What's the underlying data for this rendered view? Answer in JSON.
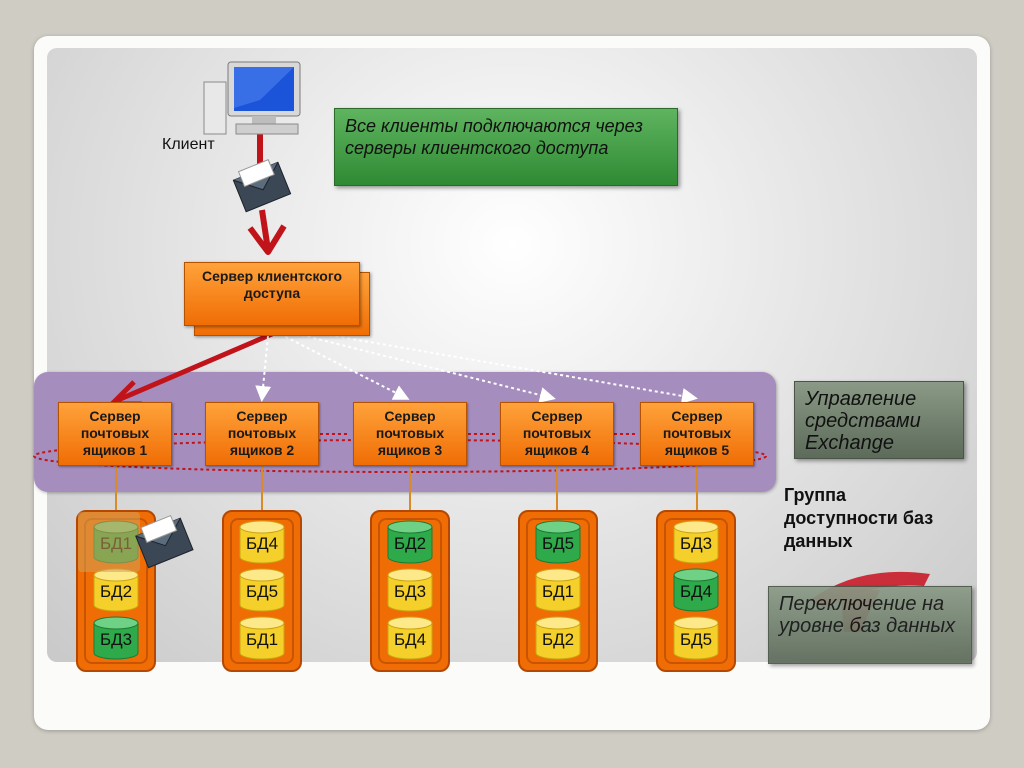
{
  "client": {
    "label": "Клиент"
  },
  "note_clients": {
    "text": "Все клиенты подключаются через серверы клиентского доступа"
  },
  "cas": {
    "label": "Сервер клиентского доступа"
  },
  "mailbox_servers": [
    {
      "label": "Сервер почтовых ящиков 1",
      "databases": [
        {
          "label": "БД1",
          "status": "active"
        },
        {
          "label": "БД2",
          "status": "passive"
        },
        {
          "label": "БД3",
          "status": "active"
        }
      ]
    },
    {
      "label": "Сервер почтовых ящиков 2",
      "databases": [
        {
          "label": "БД4",
          "status": "passive"
        },
        {
          "label": "БД5",
          "status": "passive"
        },
        {
          "label": "БД1",
          "status": "passive"
        }
      ]
    },
    {
      "label": "Сервер почтовых ящиков 3",
      "databases": [
        {
          "label": "БД2",
          "status": "active"
        },
        {
          "label": "БД3",
          "status": "passive"
        },
        {
          "label": "БД4",
          "status": "passive"
        }
      ]
    },
    {
      "label": "Сервер почтовых ящиков 4",
      "databases": [
        {
          "label": "БД5",
          "status": "active"
        },
        {
          "label": "БД1",
          "status": "passive"
        },
        {
          "label": "БД2",
          "status": "passive"
        }
      ]
    },
    {
      "label": "Сервер почтовых ящиков 5",
      "databases": [
        {
          "label": "БД3",
          "status": "passive"
        },
        {
          "label": "БД4",
          "status": "active"
        },
        {
          "label": "БД5",
          "status": "passive"
        }
      ]
    }
  ],
  "note_management": {
    "text": "Управление средствами Exchange"
  },
  "dag": {
    "label": "Группа доступности баз данных"
  },
  "note_failover": {
    "text": "Переключение на уровне баз данных"
  },
  "colors": {
    "orange": "#f06d05",
    "active_db": "#2eaa4a",
    "passive_db": "#f5d02a",
    "connection": "#c0141a",
    "dag_group": "#a58dbd"
  },
  "icons": [
    "computer-icon",
    "envelope-icon",
    "database-icon"
  ]
}
